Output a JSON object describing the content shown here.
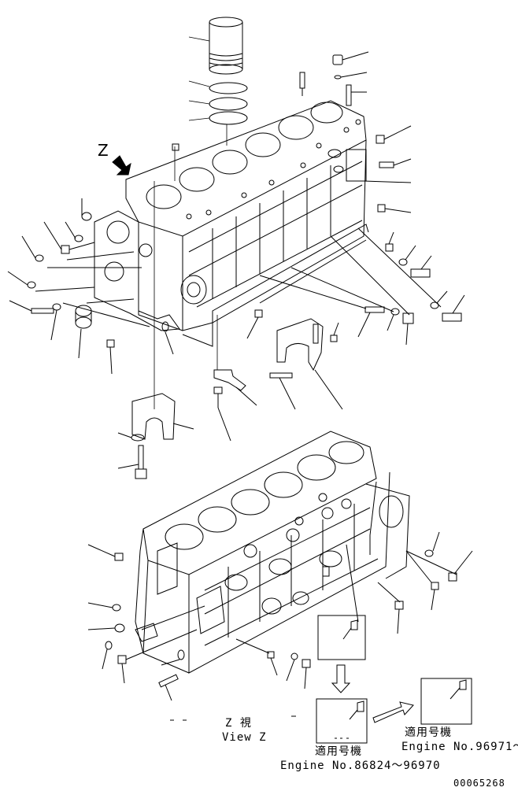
{
  "view_marker": "Z",
  "view_caption_jp": "Z 視",
  "view_caption_en": "View Z",
  "applicable_left_jp": "適用号機",
  "applicable_left_en": "Engine No.86824～96970",
  "applicable_right_jp": "適用号機",
  "applicable_right_en": "Engine No.96971～",
  "drawing_id": "00065268"
}
